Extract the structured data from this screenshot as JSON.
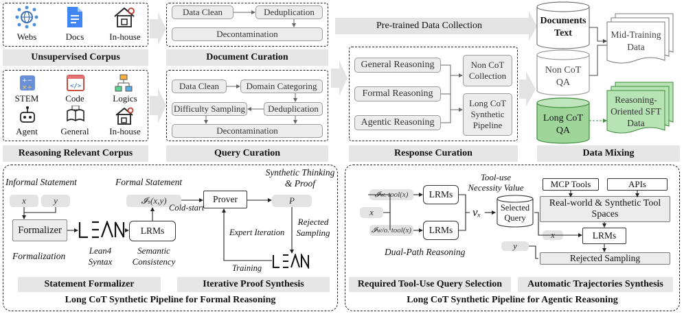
{
  "top_left": {
    "sources": [
      "Webs",
      "Docs",
      "In-house"
    ],
    "unsup_title": "Unsupervised Corpus",
    "reason_sources": [
      "STEM",
      "Code",
      "Logics",
      "Agent",
      "General",
      "In-house"
    ],
    "reason_title": "Reasoning Relevant Corpus"
  },
  "document_curation": {
    "steps": [
      "Data Clean",
      "Deduplication",
      "Decontamination"
    ],
    "title": "Document Curation"
  },
  "query_curation": {
    "steps": [
      "Data Clean",
      "Domain Categoring",
      "Difficulty Sampling",
      "Deduplication",
      "Decontamination"
    ],
    "title": "Query Curation"
  },
  "pretrained": "Pre-trained Data Collection",
  "response_curation": {
    "inputs": [
      "General Reasoning",
      "Formal Reasoning",
      "Agentic Reasoning"
    ],
    "outputs": [
      "Non CoT Collection",
      "Long CoT Synthetic Pipeline"
    ],
    "title": "Response Curation"
  },
  "data_mixing": {
    "db1": "Documents Text",
    "db2": "Non CoT QA",
    "db3": "Long CoT QA",
    "doc1": "Mid-Training Data",
    "doc2": "Reasoning-Oriented SFT Data",
    "title": "Data Mixing"
  },
  "formal": {
    "informal": "Informal Statement",
    "x": "x",
    "y": "y",
    "formalizer": "Formalizer",
    "formalization": "Formalization",
    "lean": "Lean4 Syntax",
    "formal_statement": "Formal Statement",
    "ixy": "𝓘ₛ(x,y)",
    "lrms": "LRMs",
    "semantic": "Semantic Consistency",
    "coldstart": "Cold-start",
    "prover": "Prover",
    "synthetic": "Synthetic Thinking & Proof",
    "p": "P",
    "expert": "Expert Iteration",
    "rejected": "Rejected Sampling",
    "training": "Training",
    "bar1": "Statement Formalizer",
    "bar2": "Iterative Proof Synthesis",
    "title": "Long CoT Synthetic Pipeline for Formal Reasoning"
  },
  "agentic": {
    "iw": "𝓘w. tool(x)",
    "iwo": "𝓘w/o. tool(x)",
    "x": "x",
    "lrms1": "LRMs",
    "lrms2": "LRMs",
    "dual": "Dual-Path Reasoning",
    "necessity": "Tool-use Necessity Value",
    "vx": "vₓ",
    "selected": "Selected Query",
    "mcp": "MCP Tools",
    "apis": "APIs",
    "realworld": "Real-world & Synthetic Tool Spaces",
    "x2": "x",
    "y": "y",
    "lrms3": "LRMs",
    "rejected": "Rejected Sampling",
    "bar1": "Required Tool-Use Query Selection",
    "bar2": "Automatic Trajectories Synthesis",
    "title": "Long CoT Synthetic Pipeline for Agentic Reasoning"
  }
}
